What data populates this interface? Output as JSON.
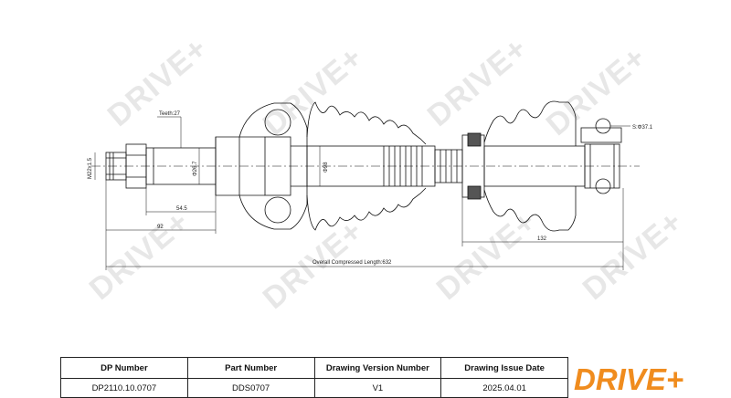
{
  "watermark": {
    "text": "DRIVE+"
  },
  "dimensions": {
    "thread": "M22x1.5",
    "teeth": "Teeth:27",
    "spline_dia": "Φ26.7",
    "length_54": "54.5",
    "length_92": "92",
    "shaft_dia": "Φ98",
    "bearing_dia": "S:Φ37.1",
    "length_132": "132",
    "overall": "Overall  Compressed  Length:632"
  },
  "title_block": {
    "headers": [
      "DP Number",
      "Part Number",
      "Drawing Version Number",
      "Drawing Issue Date"
    ],
    "values": [
      "DP2110.10.0707",
      "DDS0707",
      "V1",
      "2025.04.01"
    ]
  },
  "logo": {
    "text": "DRIVE+",
    "color": "#f08c1e"
  }
}
